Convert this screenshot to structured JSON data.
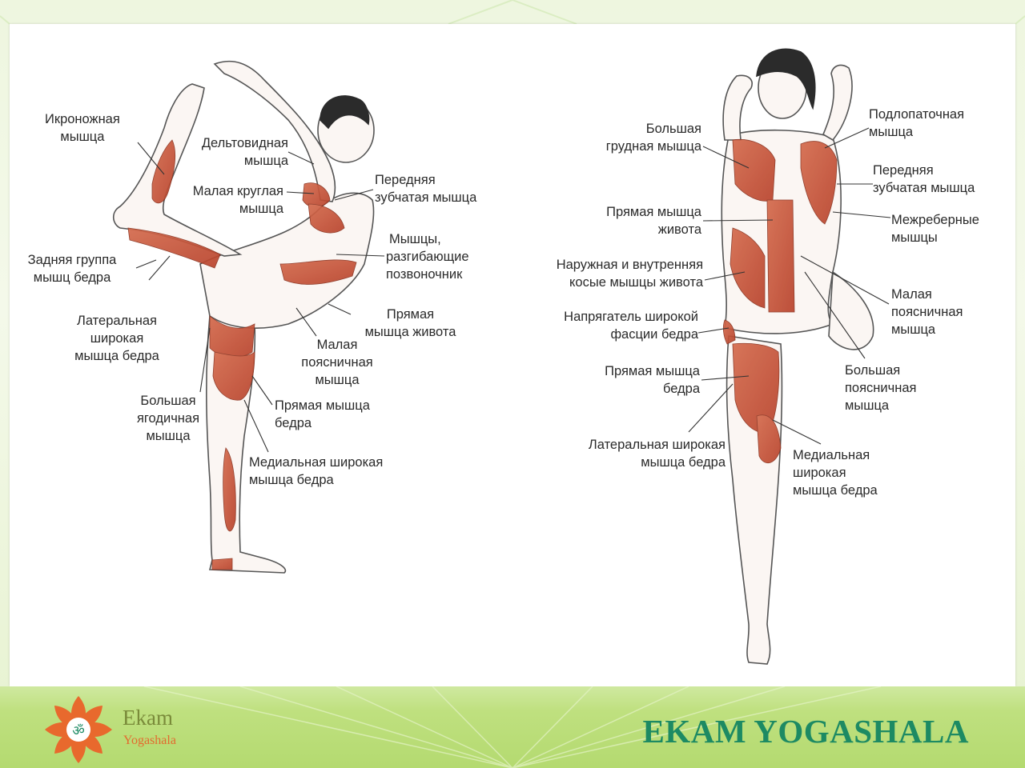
{
  "labels_left": [
    {
      "id": "gastrocnemius",
      "lines": [
        "Икроножная",
        "мышца"
      ]
    },
    {
      "id": "deltoid",
      "lines": [
        "Дельтовидная",
        "мышца"
      ]
    },
    {
      "id": "teres-minor",
      "lines": [
        "Малая круглая",
        "мышца"
      ]
    },
    {
      "id": "serratus-anterior-l",
      "lines": [
        "Передняя",
        "зубчатая мышца"
      ]
    },
    {
      "id": "erector-spinae",
      "lines": [
        "Мышцы,",
        "разгибающие",
        "позвоночник"
      ]
    },
    {
      "id": "hamstrings",
      "lines": [
        "Задняя группа",
        "мышц бедра"
      ]
    },
    {
      "id": "vastus-lateralis-l",
      "lines": [
        "Латеральная",
        "широкая",
        "мышца бедра"
      ]
    },
    {
      "id": "rectus-abdominis-l",
      "lines": [
        "Прямая",
        "мышца живота"
      ]
    },
    {
      "id": "psoas-minor-l",
      "lines": [
        "Малая",
        "поясничная",
        "мышца"
      ]
    },
    {
      "id": "gluteus-maximus",
      "lines": [
        "Большая",
        "ягодичная",
        "мышца"
      ]
    },
    {
      "id": "rectus-femoris-l",
      "lines": [
        "Прямая мышца",
        "бедра"
      ]
    },
    {
      "id": "vastus-medialis-l",
      "lines": [
        "Медиальная широкая",
        "мышца бедра"
      ]
    }
  ],
  "labels_right": [
    {
      "id": "pectoralis-major",
      "lines": [
        "Большая",
        "грудная мышца"
      ]
    },
    {
      "id": "subscapularis",
      "lines": [
        "Подлопаточная",
        "мышца"
      ]
    },
    {
      "id": "serratus-anterior-r",
      "lines": [
        "Передняя",
        "зубчатая мышца"
      ]
    },
    {
      "id": "rectus-abdominis-r",
      "lines": [
        "Прямая мышца",
        "живота"
      ]
    },
    {
      "id": "intercostals",
      "lines": [
        "Межреберные",
        "мышцы"
      ]
    },
    {
      "id": "obliques",
      "lines": [
        "Наружная и внутренняя",
        "косые мышцы живота"
      ]
    },
    {
      "id": "psoas-minor-r",
      "lines": [
        "Малая",
        "поясничная",
        "мышца"
      ]
    },
    {
      "id": "tensor-fasciae-latae",
      "lines": [
        "Напрягатель широкой",
        "фасции бедра"
      ]
    },
    {
      "id": "rectus-femoris-r",
      "lines": [
        "Прямая мышца",
        "бедра"
      ]
    },
    {
      "id": "psoas-major",
      "lines": [
        "Большая",
        "поясничная",
        "мышца"
      ]
    },
    {
      "id": "vastus-lateralis-r",
      "lines": [
        "Латеральная широкая",
        "мышца бедра"
      ]
    },
    {
      "id": "vastus-medialis-r",
      "lines": [
        "Медиальная",
        "широкая",
        "мышца бедра"
      ]
    }
  ],
  "footer": {
    "logo_name": "Ekam",
    "logo_sub": "Yogashala",
    "logo_symbol": "ॐ",
    "brand": "EKAM YOGASHALA"
  },
  "colors": {
    "muscle": "#c9553a",
    "muscle_light": "#e08a6c",
    "brand_green": "#1d8a63",
    "logo_orange": "#e36a2e"
  },
  "icons": {
    "logo": "lotus-om-icon"
  }
}
